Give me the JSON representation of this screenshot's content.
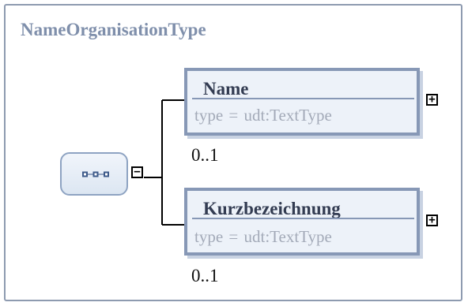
{
  "diagram": {
    "title": "NameOrganisationType",
    "compositor": {
      "kind": "sequence",
      "icon": "sequence-compositor-icon",
      "collapse_toggle": "−"
    },
    "elements": [
      {
        "name": "Name",
        "type": "type  =  udt:TextType",
        "cardinality": "0..1",
        "expand_toggle": "+"
      },
      {
        "name": "Kurzbezeichnung",
        "type": "type  =  udt:TextType",
        "cardinality": "0..1",
        "expand_toggle": "+"
      }
    ]
  },
  "colors": {
    "frame_border": "#8e9bb0",
    "title": "#7f8fab",
    "element_border": "#8798b6",
    "element_fill": "#edf2f9",
    "type_text": "#a3aab8"
  }
}
